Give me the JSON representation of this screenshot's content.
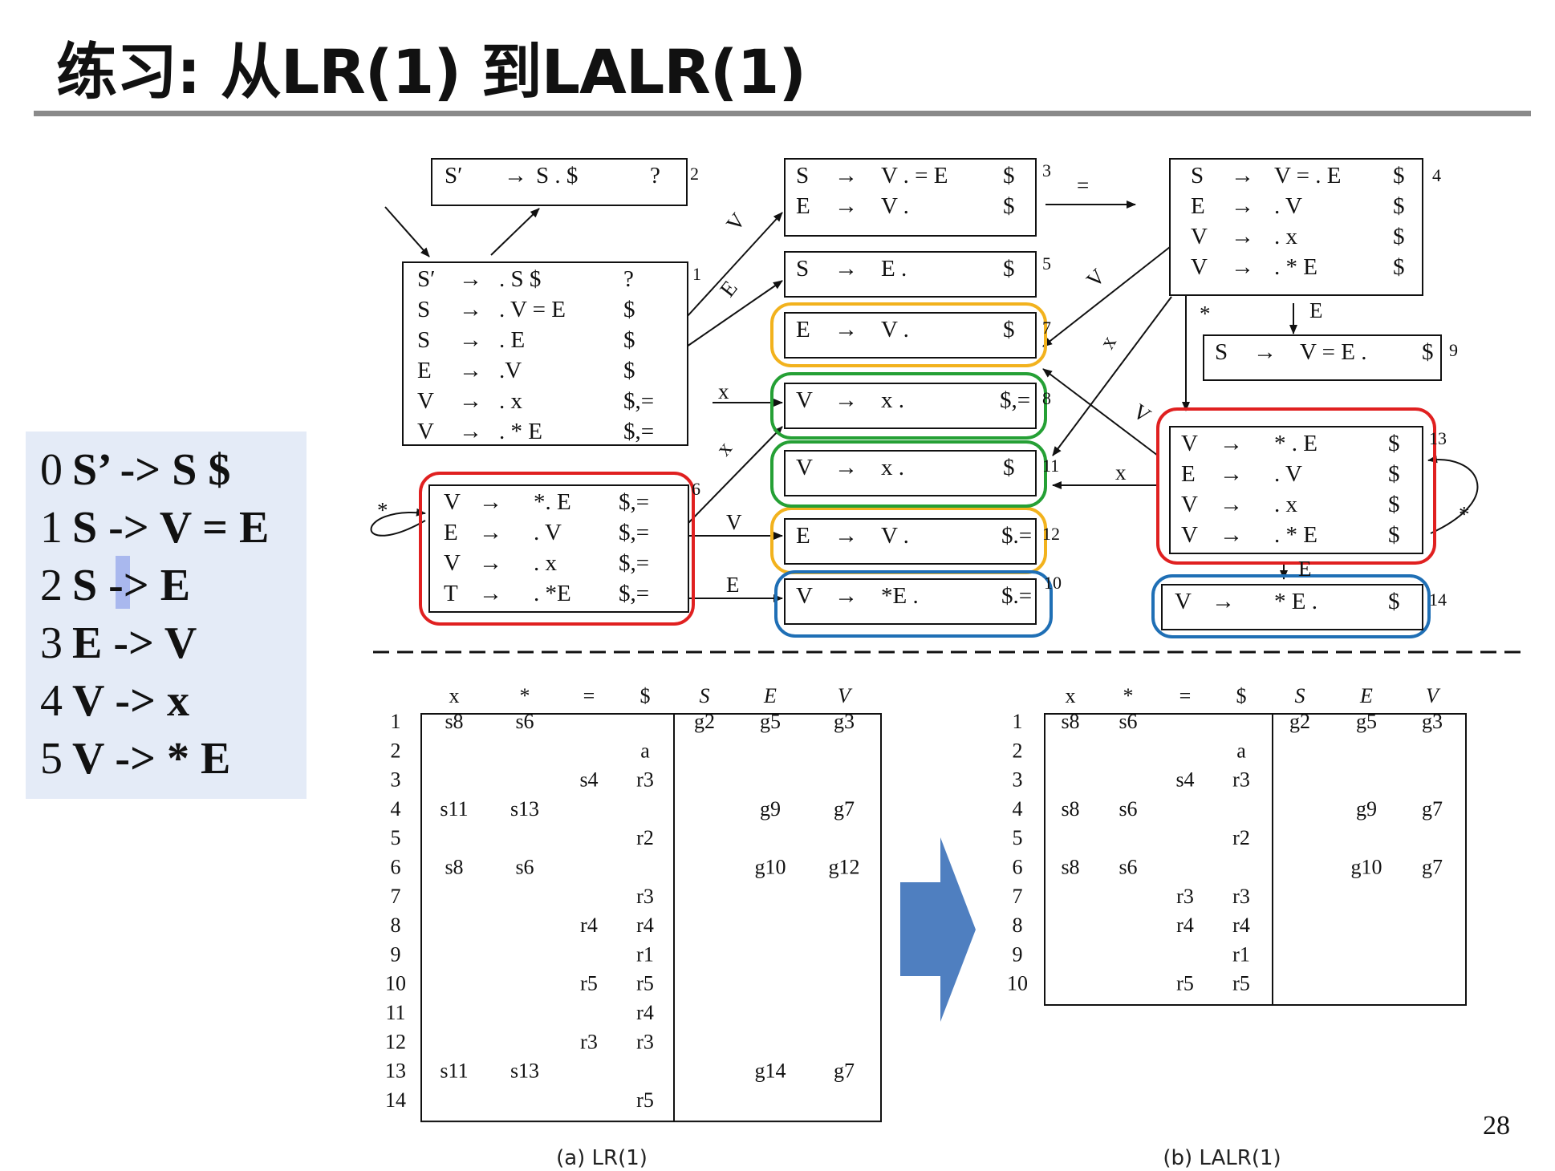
{
  "title": "练习: 从LR(1) 到LALR(1)",
  "page_number": "28",
  "grammar": [
    {
      "num": "0",
      "rule": "S’ -> S $"
    },
    {
      "num": "1",
      "rule": "S -> V = E"
    },
    {
      "num": "2",
      "rule": "S -> E"
    },
    {
      "num": "3",
      "rule": "E -> V"
    },
    {
      "num": "4",
      "rule": "V -> x"
    },
    {
      "num": "5",
      "rule": "V -> * E"
    }
  ],
  "states": [
    {
      "id": "1",
      "items": [
        [
          "S′",
          "→",
          ". S $",
          "?"
        ],
        [
          "S",
          "→",
          ". V = E",
          "$"
        ],
        [
          "S",
          "→",
          ". E",
          "$"
        ],
        [
          "E",
          "→",
          ".V",
          "$"
        ],
        [
          "V",
          "→",
          ". x",
          "$,="
        ],
        [
          "V",
          "→",
          ". * E",
          "$,="
        ]
      ]
    },
    {
      "id": "2",
      "items": [
        [
          "S′",
          "→",
          "S . $",
          "?"
        ]
      ]
    },
    {
      "id": "3",
      "items": [
        [
          "S",
          "→",
          "V . = E",
          "$"
        ],
        [
          "E",
          "→",
          "V .",
          "$"
        ]
      ]
    },
    {
      "id": "4",
      "items": [
        [
          "S",
          "→",
          "V = . E",
          "$"
        ],
        [
          "E",
          "→",
          ". V",
          "$"
        ],
        [
          "V",
          "→",
          ". x",
          "$"
        ],
        [
          "V",
          "→",
          ". * E",
          "$"
        ]
      ]
    },
    {
      "id": "5",
      "items": [
        [
          "S",
          "→",
          "E .",
          "$"
        ]
      ]
    },
    {
      "id": "6",
      "items": [
        [
          "V",
          "→",
          "*. E",
          "$,="
        ],
        [
          "E",
          "→",
          ". V",
          "$,="
        ],
        [
          "V",
          "→",
          ". x",
          "$,="
        ],
        [
          "T",
          "→",
          ". *E",
          "$,="
        ]
      ]
    },
    {
      "id": "7",
      "items": [
        [
          "E",
          "→",
          "V .",
          "$"
        ]
      ]
    },
    {
      "id": "8",
      "items": [
        [
          "V",
          "→",
          "x .",
          "$,="
        ]
      ]
    },
    {
      "id": "9",
      "items": [
        [
          "S",
          "→",
          "V = E .",
          "$"
        ]
      ]
    },
    {
      "id": "10",
      "items": [
        [
          "V",
          "→",
          "*E .",
          "$.="
        ]
      ]
    },
    {
      "id": "11",
      "items": [
        [
          "V",
          "→",
          "x .",
          "$"
        ]
      ]
    },
    {
      "id": "12",
      "items": [
        [
          "E",
          "→",
          "V .",
          "$.="
        ]
      ]
    },
    {
      "id": "13",
      "items": [
        [
          "V",
          "→",
          "* . E",
          "$"
        ],
        [
          "E",
          "→",
          ". V",
          "$"
        ],
        [
          "V",
          "→",
          ". x",
          "$"
        ],
        [
          "V",
          "→",
          ". * E",
          "$"
        ]
      ]
    },
    {
      "id": "14",
      "items": [
        [
          "V",
          "→",
          "* E .",
          "$"
        ]
      ]
    }
  ],
  "edge_labels": [
    "V",
    "E",
    "x",
    "x",
    "V",
    "E",
    "=",
    "V",
    "x",
    "V",
    "*",
    "E",
    "x",
    "*",
    "*",
    "E"
  ],
  "colors": {
    "red": "#e02020",
    "orange": "#f2b21d",
    "green": "#25a035",
    "blue": "#1f6fb5",
    "arrow": "#4f7fc0",
    "panel": "#e4ebf7"
  },
  "table_lr1": {
    "caption": "(a)   LR(1)",
    "headers": [
      "x",
      "*",
      "=",
      "$",
      "S",
      "E",
      "V"
    ],
    "rows": [
      [
        "1",
        "s8",
        "s6",
        "",
        "",
        "g2",
        "g5",
        "g3"
      ],
      [
        "2",
        "",
        "",
        "",
        "a",
        "",
        "",
        ""
      ],
      [
        "3",
        "",
        "",
        "s4",
        "r3",
        "",
        "",
        ""
      ],
      [
        "4",
        "s11",
        "s13",
        "",
        "",
        "",
        "g9",
        "g7"
      ],
      [
        "5",
        "",
        "",
        "",
        "r2",
        "",
        "",
        ""
      ],
      [
        "6",
        "s8",
        "s6",
        "",
        "",
        "",
        "g10",
        "g12"
      ],
      [
        "7",
        "",
        "",
        "",
        "r3",
        "",
        "",
        ""
      ],
      [
        "8",
        "",
        "",
        "r4",
        "r4",
        "",
        "",
        ""
      ],
      [
        "9",
        "",
        "",
        "",
        "r1",
        "",
        "",
        ""
      ],
      [
        "10",
        "",
        "",
        "r5",
        "r5",
        "",
        "",
        ""
      ],
      [
        "11",
        "",
        "",
        "",
        "r4",
        "",
        "",
        ""
      ],
      [
        "12",
        "",
        "",
        "r3",
        "r3",
        "",
        "",
        ""
      ],
      [
        "13",
        "s11",
        "s13",
        "",
        "",
        "",
        "g14",
        "g7"
      ],
      [
        "14",
        "",
        "",
        "",
        "r5",
        "",
        "",
        ""
      ]
    ]
  },
  "table_lalr1": {
    "caption": "(b)   LALR(1)",
    "headers": [
      "x",
      "*",
      "=",
      "$",
      "S",
      "E",
      "V"
    ],
    "rows": [
      [
        "1",
        "s8",
        "s6",
        "",
        "",
        "g2",
        "g5",
        "g3"
      ],
      [
        "2",
        "",
        "",
        "",
        "a",
        "",
        "",
        ""
      ],
      [
        "3",
        "",
        "",
        "s4",
        "r3",
        "",
        "",
        ""
      ],
      [
        "4",
        "s8",
        "s6",
        "",
        "",
        "",
        "g9",
        "g7"
      ],
      [
        "5",
        "",
        "",
        "",
        "r2",
        "",
        "",
        ""
      ],
      [
        "6",
        "s8",
        "s6",
        "",
        "",
        "",
        "g10",
        "g7"
      ],
      [
        "7",
        "",
        "",
        "r3",
        "r3",
        "",
        "",
        ""
      ],
      [
        "8",
        "",
        "",
        "r4",
        "r4",
        "",
        "",
        ""
      ],
      [
        "9",
        "",
        "",
        "",
        "r1",
        "",
        "",
        ""
      ],
      [
        "10",
        "",
        "",
        "r5",
        "r5",
        "",
        "",
        ""
      ]
    ]
  }
}
